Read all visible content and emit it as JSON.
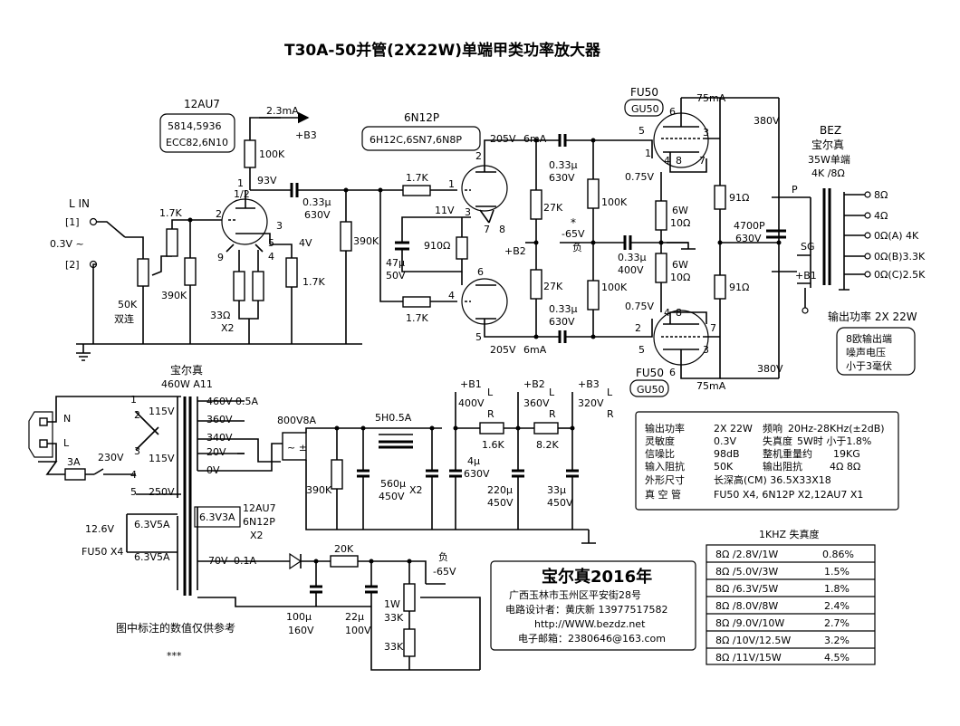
{
  "title": "T30A-50并管(2X22W)单端甲类功率放大器",
  "tubes": {
    "v1": {
      "name": "12AU7",
      "equiv": [
        "5814,5936",
        "ECC82,6N10"
      ],
      "half": "1/2"
    },
    "v2": {
      "name": "6N12P",
      "equiv": "6H12C,6SN7,6N8P"
    },
    "v3": {
      "name": "FU50",
      "equiv": "GU50",
      "current": "75mA"
    },
    "v4": {
      "name": "FU50",
      "equiv": "GU50",
      "current": "75mA"
    }
  },
  "input": {
    "label": "L IN",
    "pin1": "[1]",
    "pin2": "[2]",
    "level": "0.3V ~",
    "pot": "50K",
    "pot_note": "双连"
  },
  "stage1": {
    "r_grid_stop": "1.7K",
    "r_grid": "390K",
    "r_plate": "100K",
    "i_plate": "2.3mA",
    "b3": "+B3",
    "v_plate": "93V",
    "v_cath": "4V",
    "r_cath": "33Ω",
    "x2": "X2",
    "r_fb": "1.7K",
    "c_couple": "0.33μ",
    "c_couple_v": "630V",
    "pins": {
      "p1": "1",
      "p2": "2",
      "p3": "3",
      "p9": "9",
      "p5": "5",
      "p4": "4"
    }
  },
  "stage2": {
    "r_grid_bias": "390K",
    "r_grid_a": "1.7K",
    "r_grid_b": "1.7K",
    "v_cath": "11V",
    "c_cath": "47μ",
    "c_cath_v": "50V",
    "r_cath": "910Ω",
    "b2": "+B2",
    "r_plate_a": "27K",
    "r_plate_b": "27K",
    "v_plate_a": "205V",
    "i_plate_a": "6mA",
    "v_plate_b": "205V",
    "i_plate_b": "6mA",
    "pins": {
      "p1": "1",
      "p2": "2",
      "p3": "3",
      "p4": "4",
      "p5": "5",
      "p6": "6",
      "p7": "7",
      "p8": "8"
    }
  },
  "stage3": {
    "c_a": "0.33μ",
    "c_a_v": "630V",
    "c_b": "0.33μ",
    "c_b_v": "630V",
    "r_g_a": "100K",
    "r_g_b": "100K",
    "neg": "-65V",
    "neg_label": "负",
    "star": "*",
    "c_bias": "0.33μ",
    "c_bias_v": "400V",
    "r_k_a": "6W",
    "r_k_a_v": "10Ω",
    "r_k_b": "6W",
    "r_k_b_v": "10Ω",
    "v_g2_a": "0.75V",
    "v_g2_b": "0.75V",
    "r_scr_a": "91Ω",
    "r_scr_b": "91Ω",
    "v_plate_a": "380V",
    "v_plate_b": "380V",
    "c_snub": "4700P",
    "c_snub_v": "630V",
    "pins": {
      "p1": "1",
      "p2": "2",
      "p3": "3",
      "p4": "4",
      "p5": "5",
      "p6": "6",
      "p7": "7",
      "p8": "8"
    }
  },
  "output": {
    "title": "BEZ",
    "brand": "宝尔真",
    "rating": "35W单端",
    "imp": "4K /8Ω",
    "p": "P",
    "sg": "SG",
    "b1": "+B1",
    "taps": [
      "8Ω",
      "4Ω",
      "0Ω(A) 4K",
      "0Ω(B)3.3K",
      "0Ω(C)2.5K"
    ],
    "power": "输出功率 2X 22W",
    "noise": [
      "8欧输出端",
      "噪声电压",
      "小于3毫伏"
    ]
  },
  "psu": {
    "xfmr_brand": "宝尔真",
    "xfmr": "460W A11",
    "n": "N",
    "l": "L",
    "fuse": "3A",
    "v230": "230V",
    "prim": [
      "115V",
      "115V",
      "250V"
    ],
    "prim_pins": [
      "1",
      "2",
      "3",
      "4",
      "5"
    ],
    "sec": [
      "460V",
      "360V",
      "340V",
      "20V",
      "0V"
    ],
    "sec_i": "0.5A",
    "rect": "800V8A",
    "choke": "5H0.5A",
    "c1": "390K",
    "c2": "560μ",
    "c2_v": "450V",
    "x2": "X2",
    "c3": "4μ",
    "c3_v": "630V",
    "b1": "+B1",
    "b1_v": "400V",
    "b2": "+B2",
    "b2_v": "360V",
    "b3": "+B3",
    "b3_v": "320V",
    "r1": "1.6K",
    "r2": "8.2K",
    "c4": "220μ",
    "c4_v": "450V",
    "c5": "33μ",
    "c5_v": "450V",
    "lr": "L",
    "rr": "R",
    "lr2": "L",
    "rr2": "R",
    "h1": "12.6V",
    "h1_i": "6.3V5A",
    "h2": "6.3V5A",
    "h_tube": "FU50 X4",
    "h3": "6.3V3A",
    "h3_tube1": "12AU7",
    "h3_tube2": "6N12P",
    "h3_x": "X2",
    "bias_v": "70V",
    "bias_i": "0.1A",
    "bias_r": "20K",
    "bias_c1": "100μ",
    "bias_c1_v": "160V",
    "bias_c2": "22μ",
    "bias_c2_v": "100V",
    "pot": "1W",
    "pot_r": "33K",
    "r3": "33K",
    "neg": "负",
    "neg_v": "-65V"
  },
  "note": "图中标注的数值仅供参考",
  "stars": "***",
  "company": {
    "name": "宝尔真2016年",
    "addr": "广西玉林市玉州区平安街28号",
    "designer": "电路设计者：黄庆新 13977517582",
    "url": "http://WWW.bezdz.net",
    "email": "电子邮箱：2380646@163.com"
  },
  "specs": {
    "rows": [
      [
        "输出功率",
        "2X 22W",
        "频响",
        "20Hz-28KHz(±2dB)"
      ],
      [
        "灵敏度",
        "0.3V",
        "失真度",
        "5W时 小于1.8%"
      ],
      [
        "信噪比",
        "98dB",
        "整机重量约",
        "19KG"
      ],
      [
        "输入阻抗",
        "50K",
        "输出阻抗",
        "4Ω 8Ω"
      ],
      [
        "外形尺寸",
        "长深高(CM) 36.5X33X18",
        "",
        ""
      ],
      [
        "真 空 管",
        "FU50 X4, 6N12P X2,12AU7 X1",
        "",
        ""
      ]
    ]
  },
  "thd": {
    "title": "1KHZ 失真度",
    "rows": [
      [
        "8Ω /2.8V/1W",
        "0.86%"
      ],
      [
        "8Ω /5.0V/3W",
        "1.5%"
      ],
      [
        "8Ω /6.3V/5W",
        "1.8%"
      ],
      [
        "8Ω /8.0V/8W",
        "2.4%"
      ],
      [
        "8Ω /9.0V/10W",
        "2.7%"
      ],
      [
        "8Ω /10V/12.5W",
        "3.2%"
      ],
      [
        "8Ω /11V/15W",
        "4.5%"
      ]
    ]
  }
}
